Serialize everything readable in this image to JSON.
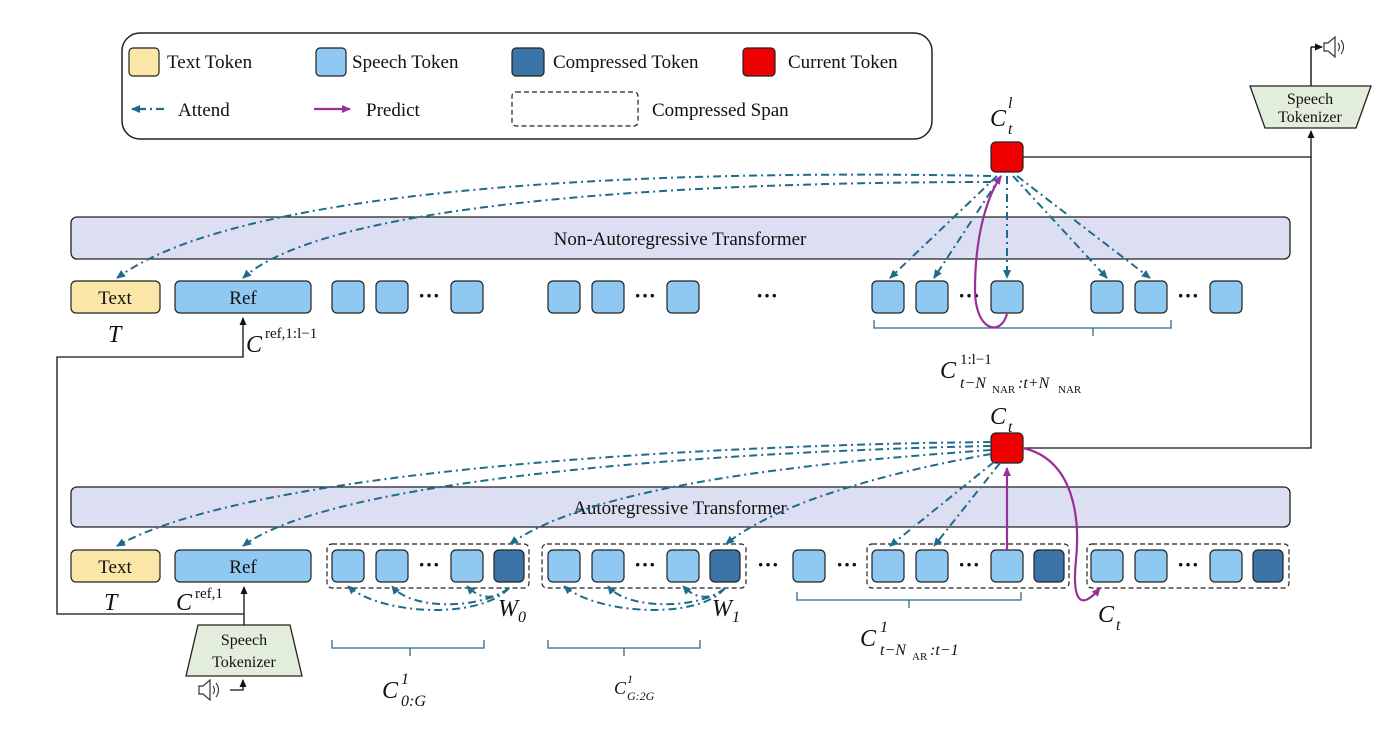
{
  "legend": {
    "text_token": "Text Token",
    "speech_token": "Speech Token",
    "compressed_token": "Compressed Token",
    "current_token": "Current Token",
    "attend": "Attend",
    "predict": "Predict",
    "compressed_span": "Compressed Span"
  },
  "blocks": {
    "nar": "Non-Autoregressive Transformer",
    "ar": "Autoregressive Transformer",
    "tokenizer_line1": "Speech",
    "tokenizer_line2": "Tokenizer"
  },
  "tokens": {
    "text": "Text",
    "ref": "Ref",
    "dots": "···"
  },
  "math": {
    "T": "T",
    "C": "C",
    "ref_nar_sup": "ref,1:l−1",
    "ref_ar_sup": "ref,1",
    "ctl_sub": "t",
    "ctl_sup": "l",
    "ct_sub": "t",
    "nar_ctx_sub": "t−N",
    "nar_ctx_sub2": "NAR",
    "nar_ctx_sub3": ":t+N",
    "nar_ctx_sub4": "NAR",
    "nar_ctx_sup": "1:l−1",
    "ar_ctx_sub": "t−N",
    "ar_ctx_sub2": "AR",
    "ar_ctx_sub3": ":t−1",
    "ar_ctx_sup": "1",
    "c0g_sub": "0:G",
    "cg2g_sub": "G:2G",
    "one": "1",
    "W": "W",
    "w0_sub": "0",
    "w1_sub": "1"
  },
  "colors": {
    "text_token": "#fae6a6",
    "speech_token": "#8fc8f0",
    "compressed_token": "#3d74a8",
    "current_token": "#ee0000",
    "transformer": "#dcdff2",
    "tokenizer": "#e2eedb",
    "attend": "#1f6b8a",
    "predict": "#9a2f9c"
  },
  "icons": [
    "speaker-icon-top",
    "speaker-icon-bottom"
  ]
}
